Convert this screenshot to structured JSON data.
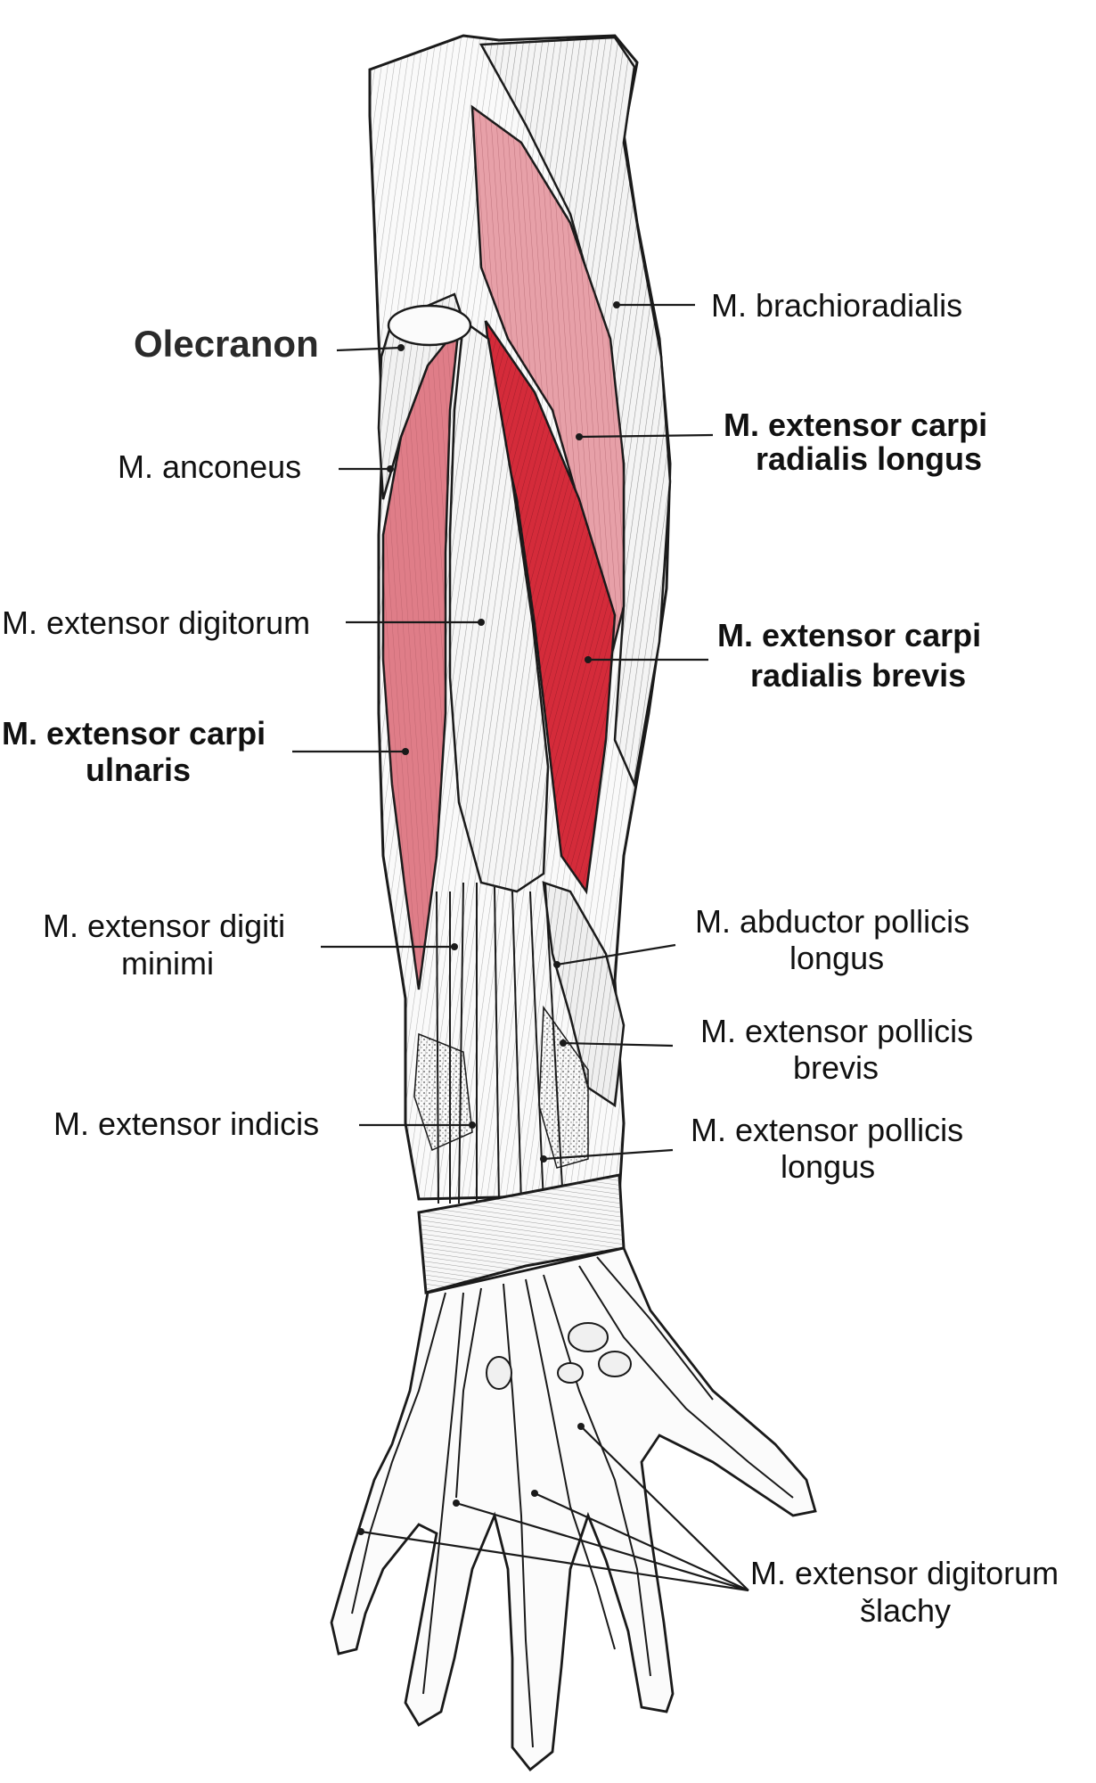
{
  "labels": {
    "brachioradialis": "M. brachioradialis",
    "olecranon": "Olecranon",
    "anconeus": "M. anconeus",
    "ecrl_line1": "M. extensor carpi",
    "ecrl_line2": "radialis longus",
    "ext_digitorum": "M. extensor digitorum",
    "ecrb_line1": "M. extensor carpi",
    "ecrb_line2": "radialis brevis",
    "ecu_line1": "M. extensor carpi",
    "ecu_line2": "ulnaris",
    "edm_line1": "M. extensor digiti",
    "edm_line2": "minimi",
    "apl_line1": "M. abductor pollicis",
    "apl_line2": "longus",
    "epb_line1": "M. extensor pollicis",
    "epb_line2": "brevis",
    "ext_indicis": "M. extensor indicis",
    "epl_line1": "M. extensor pollicis",
    "epl_line2": "longus",
    "edt_line1": "M. extensor digitorum",
    "edt_line2": "šlachy"
  },
  "colors": {
    "muscle_pink": "#e7a0a8",
    "muscle_red": "#d42b3a",
    "muscle_rose": "#df7d88",
    "ink": "#1a1a1a"
  }
}
